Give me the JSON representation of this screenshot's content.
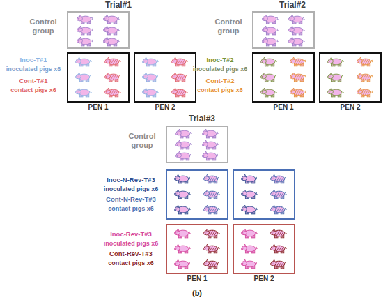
{
  "diagram": {
    "nodes": [
      {
        "text": [
          "Control group"
        ]
      },
      {
        "text": [
          "PEN 1"
        ]
      },
      {
        "text": [
          "PEN 2"
        ]
      },
      {
        "text": [
          "Control group"
        ]
      },
      {
        "text": [
          "PEN 1"
        ]
      },
      {
        "text": [
          "PEN 2"
        ]
      },
      {
        "text": [
          "Control group"
        ]
      },
      {
        "text": [
          "PEN 1"
        ]
      },
      {
        "text": [
          "PEN 2"
        ]
      }
    ],
    "labels": [
      "Trial#1",
      "Inoc-T#1",
      "inoculated pigs x6",
      "Cont-T#1",
      "contact pigs x6",
      "Trial#2",
      "Inoc-T#2",
      "inoculated pigs x6",
      "Cont-T#2",
      "contact pigs x6",
      "Trial#3",
      "Inoc-N-Rev-T#3",
      "inoculated pigs x6",
      "Cont-N-Rev-T#3",
      "contact pigs x6",
      "Inoc-Rev-T#3",
      "inoculated pigs x6",
      "Cont-Rev-T#3",
      "contact pigs x6",
      "(b)"
    ]
  }
}
